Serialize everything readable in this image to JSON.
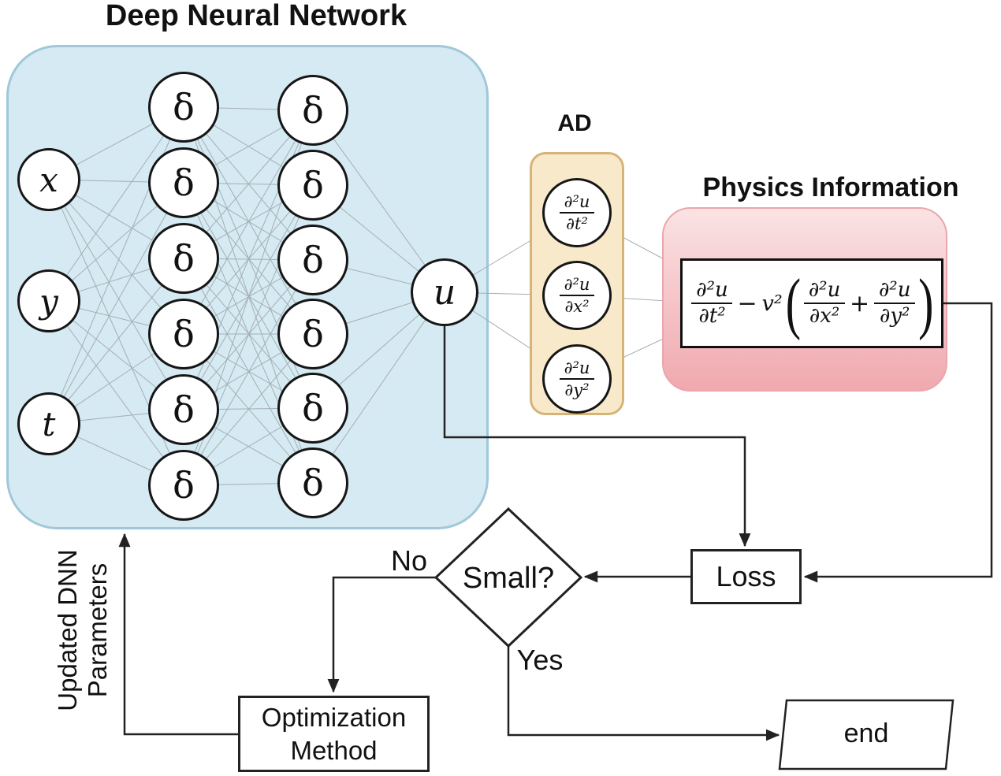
{
  "title": "Deep Neural Network",
  "dnn": {
    "inputs": [
      "x",
      "y",
      "t"
    ],
    "hidden_label": "δ",
    "output": "u"
  },
  "ad": {
    "label": "AD",
    "nodes": [
      {
        "num": "∂²u",
        "den": "∂t²"
      },
      {
        "num": "∂²u",
        "den": "∂x²"
      },
      {
        "num": "∂²u",
        "den": "∂y²"
      }
    ]
  },
  "physics": {
    "label": "Physics Information",
    "equation": {
      "frac1": {
        "num": "∂²u",
        "den": "∂t²"
      },
      "minus": "−",
      "coef": "v²",
      "lparen": "(",
      "frac2": {
        "num": "∂²u",
        "den": "∂x²"
      },
      "plus": "+",
      "frac3": {
        "num": "∂²u",
        "den": "∂y²"
      },
      "rparen": ")"
    }
  },
  "flow": {
    "loss": "Loss",
    "decision": "Small?",
    "no": "No",
    "yes": "Yes",
    "optimization": [
      "Optimization",
      "Method"
    ],
    "end": "end",
    "feedback": [
      "Updated DNN",
      "Parameters"
    ]
  },
  "colors": {
    "dnn_fill": "#d5eaf2",
    "dnn_border": "#a0c8da",
    "ad_fill": "#f8e9ca",
    "ad_border": "#d6b478",
    "physics_fill_top": "#fae3e4",
    "physics_fill_bottom": "#f0a9af",
    "edge_gray": "#a5aeb4",
    "arrow_black": "#222222"
  }
}
